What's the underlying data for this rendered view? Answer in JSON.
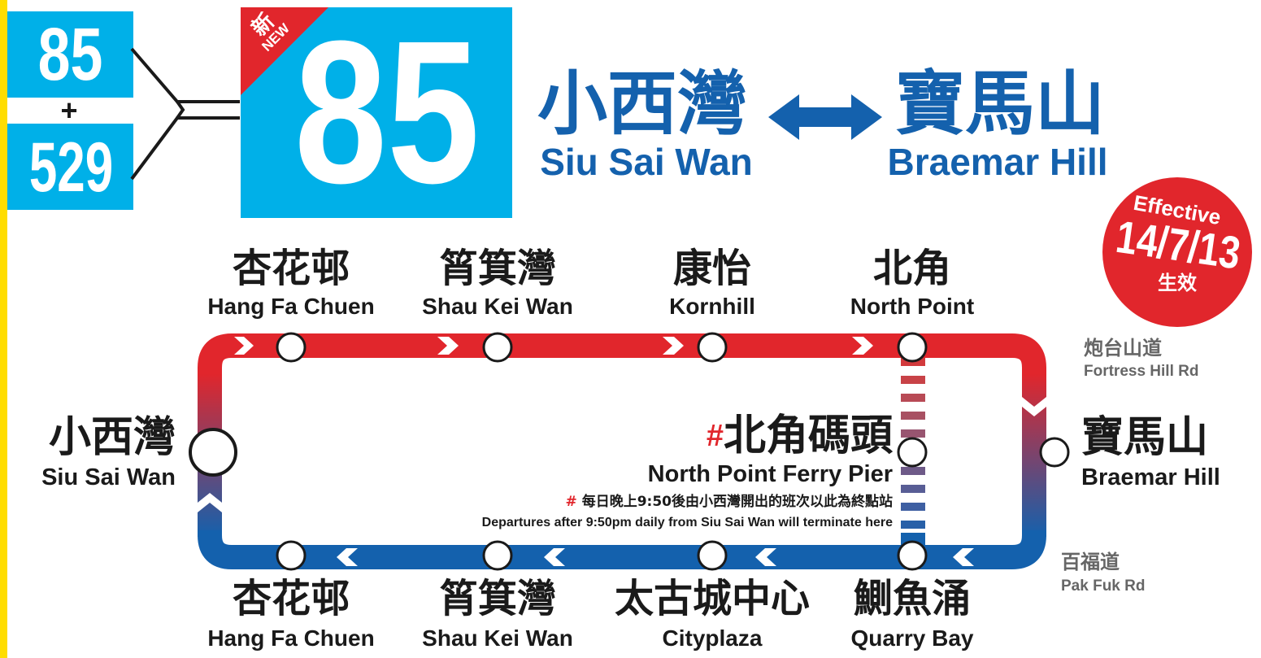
{
  "colors": {
    "cyan": "#00b0e8",
    "red": "#e1262c",
    "blue": "#1461ad",
    "yellow": "#ffdd00",
    "text": "#1a1a1a",
    "grey": "#666666"
  },
  "header": {
    "old_route_1": "85",
    "plus": "+",
    "old_route_2": "529",
    "new_zh": "新",
    "new_en": "NEW",
    "route": "85",
    "origin_zh": "小西灣",
    "origin_en": "Siu Sai Wan",
    "dest_zh": "寶馬山",
    "dest_en": "Braemar Hill"
  },
  "badge": {
    "effective": "Effective",
    "date": "14/7/13",
    "effect_zh": "生效"
  },
  "stops_top": [
    {
      "zh": "杏花邨",
      "en": "Hang Fa Chuen"
    },
    {
      "zh": "筲箕灣",
      "en": "Shau Kei Wan"
    },
    {
      "zh": "康怡",
      "en": "Kornhill"
    },
    {
      "zh": "北角",
      "en": "North Point"
    }
  ],
  "stops_bottom": [
    {
      "zh": "杏花邨",
      "en": "Hang Fa Chuen"
    },
    {
      "zh": "筲箕灣",
      "en": "Shau Kei Wan"
    },
    {
      "zh": "太古城中心",
      "en": "Cityplaza"
    },
    {
      "zh": "鰂魚涌",
      "en": "Quarry Bay"
    }
  ],
  "terminus_left": {
    "zh": "小西灣",
    "en": "Siu Sai Wan"
  },
  "terminus_right": {
    "zh": "寶馬山",
    "en": "Braemar Hill"
  },
  "ferry": {
    "hash": "#",
    "zh": "北角碼頭",
    "en": "North Point Ferry Pier",
    "note_zh": "每日晚上9:50後由小西灣開出的班次以此為終點站",
    "note_en": "Departures after 9:50pm daily from Siu Sai Wan will terminate here"
  },
  "roads": {
    "upper": {
      "zh": "炮台山道",
      "en": "Fortress Hill Rd"
    },
    "lower": {
      "zh": "百福道",
      "en": "Pak Fuk Rd"
    }
  }
}
